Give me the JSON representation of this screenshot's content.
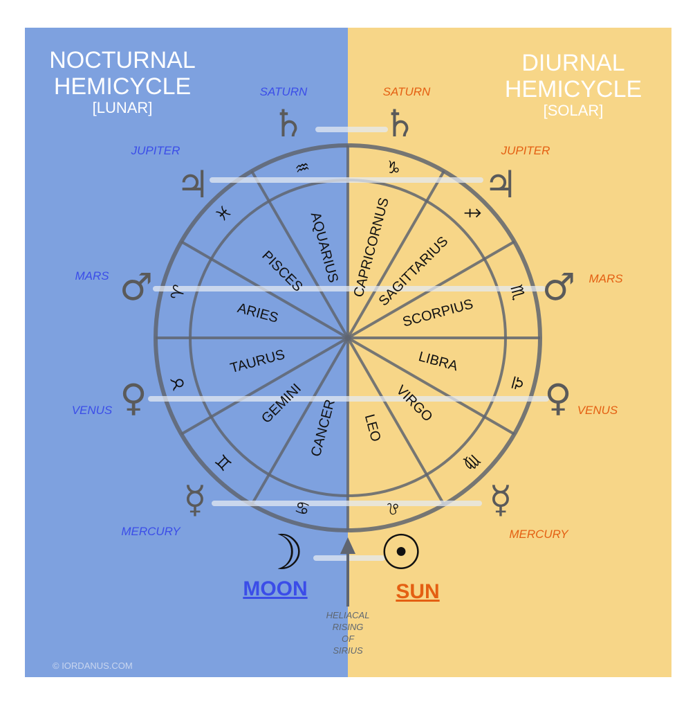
{
  "colors": {
    "nocturnal_bg": "#7ea1df",
    "diurnal_bg": "#f7d688",
    "nocturnal_text": "#3b4de8",
    "diurnal_text": "#e45f12",
    "wheel_stroke": "#5f6570",
    "glyph": "#5a5a5a",
    "pairing_line": "#e4e9f1"
  },
  "nocturnal": {
    "title_line1": "NOCTURNAL",
    "title_line2": "HEMICYCLE",
    "subtitle": "[LUNAR]",
    "planets": {
      "saturn": "SATURN",
      "jupiter": "JUPITER",
      "mars": "MARS",
      "venus": "VENUS",
      "mercury": "MERCURY"
    },
    "luminary": "MOON"
  },
  "diurnal": {
    "title_line1": "DIURNAL",
    "title_line2": "HEMICYCLE",
    "subtitle": "[SOLAR]",
    "planets": {
      "saturn": "SATURN",
      "jupiter": "JUPITER",
      "mars": "MARS",
      "venus": "VENUS",
      "mercury": "MERCURY"
    },
    "luminary": "SUN"
  },
  "glyphs": {
    "saturn": "♄",
    "jupiter": "♃",
    "mars": "♂",
    "venus": "♀",
    "mercury": "☿",
    "moon": "☽",
    "sun": "☉"
  },
  "signs": [
    {
      "name": "CANCER",
      "glyph": "♋"
    },
    {
      "name": "GEMINI",
      "glyph": "♊"
    },
    {
      "name": "TAURUS",
      "glyph": "♉"
    },
    {
      "name": "ARIES",
      "glyph": "♈"
    },
    {
      "name": "PISCES",
      "glyph": "♓"
    },
    {
      "name": "AQUARIUS",
      "glyph": "♒"
    },
    {
      "name": "CAPRICORNUS",
      "glyph": "♑"
    },
    {
      "name": "SAGITTARIUS",
      "glyph": "♐"
    },
    {
      "name": "SCORPIUS",
      "glyph": "♏"
    },
    {
      "name": "LIBRA",
      "glyph": "♎"
    },
    {
      "name": "VIRGO",
      "glyph": "♍"
    },
    {
      "name": "LEO",
      "glyph": "♌"
    }
  ],
  "sirius": {
    "line1": "HELIACAL",
    "line2": "RISING",
    "line3": "OF",
    "line4": "SIRIUS"
  },
  "copyright": "© IORDANUS.COM"
}
